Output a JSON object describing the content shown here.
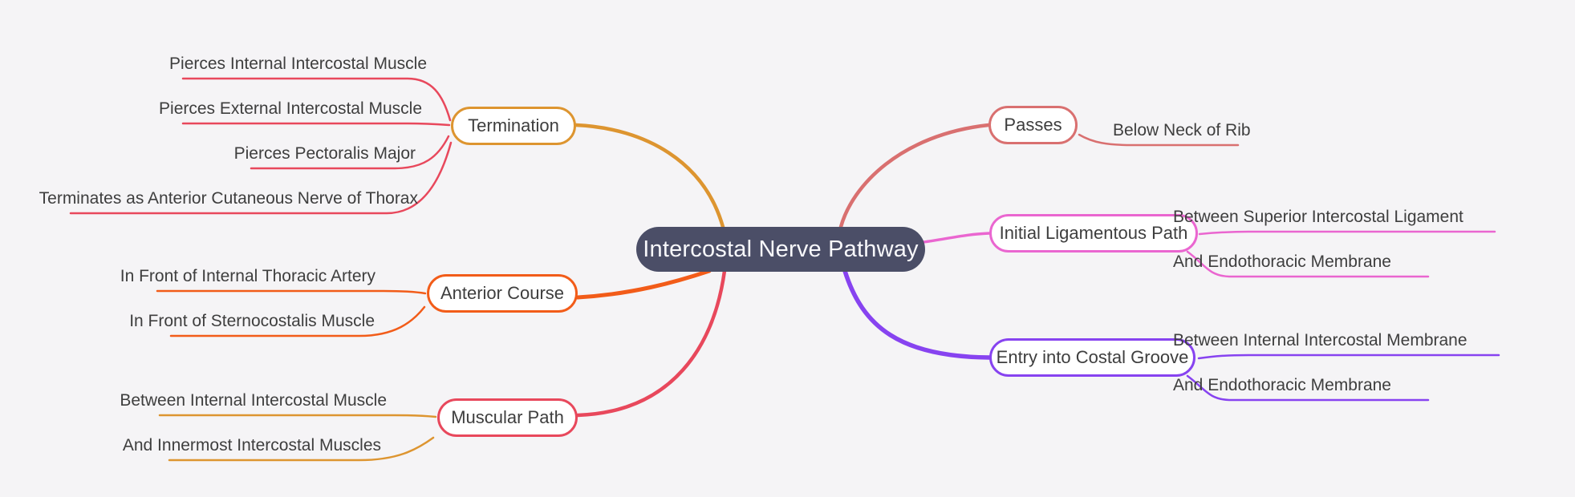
{
  "central": {
    "label": "Intercostal Nerve Pathway"
  },
  "colors": {
    "background": "#F5F4F6",
    "central_fill": "#4B4E67",
    "central_text": "#F8F8FB",
    "node_fill": "#FFFFFF",
    "label_text": "#3E3E3E",
    "amber": "#DD9530",
    "orange": "#F25C19",
    "crimson": "#E8485C",
    "salmon": "#D97070",
    "pink": "#EA66D0",
    "violet": "#8743F0"
  },
  "branches": [
    {
      "label": "Termination",
      "node_color": "#DD9530",
      "link_color": "#DD9530",
      "child_line_color": "#E8485C",
      "children": [
        "Pierces Internal Intercostal Muscle",
        "Pierces External Intercostal Muscle",
        "Pierces Pectoralis Major",
        "Terminates as Anterior Cutaneous Nerve of Thorax"
      ]
    },
    {
      "label": "Anterior Course",
      "node_color": "#F25C19",
      "link_color": "#F25C19",
      "child_line_color": "#F25C19",
      "children": [
        "In Front of Internal Thoracic Artery",
        "In Front of Sternocostalis Muscle"
      ]
    },
    {
      "label": "Muscular Path",
      "node_color": "#E8485C",
      "link_color": "#E8485C",
      "child_line_color": "#DD9530",
      "children": [
        "Between Internal Intercostal Muscle",
        "And Innermost Intercostal Muscles"
      ]
    },
    {
      "label": "Passes",
      "node_color": "#D97070",
      "link_color": "#D97070",
      "child_line_color": "#D97070",
      "children": [
        "Below Neck of Rib"
      ]
    },
    {
      "label": "Initial Ligamentous Path",
      "node_color": "#EA66D0",
      "link_color": "#EA66D0",
      "child_line_color": "#EA66D0",
      "children": [
        "Between Superior Intercostal Ligament",
        "And Endothoracic Membrane"
      ]
    },
    {
      "label": "Entry into Costal Groove",
      "node_color": "#8743F0",
      "link_color": "#8743F0",
      "child_line_color": "#8743F0",
      "children": [
        "Between Internal Intercostal Membrane",
        "And Endothoracic Membrane"
      ]
    }
  ]
}
